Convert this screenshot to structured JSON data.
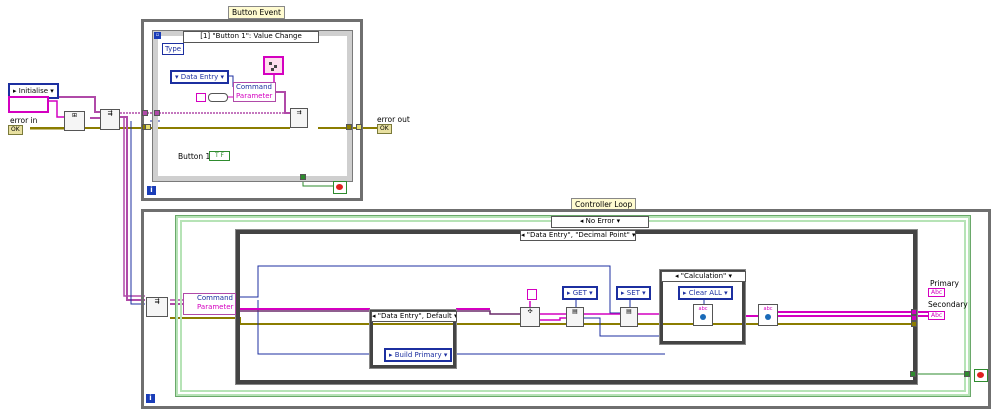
{
  "labels": {
    "button_event": "Button Event",
    "controller_loop": "Controller Loop",
    "error_in": "error in",
    "error_out": "error out",
    "button1": "Button 1",
    "primary": "Primary",
    "secondary": "Secondary"
  },
  "event_structure": {
    "case_selector": "[1] \"Button 1\": Value Change",
    "type_label": "Type",
    "enum_data_entry": "Data Entry",
    "cluster_command": "Command",
    "cluster_parameter": "Parameter",
    "bool_indicator": "T F"
  },
  "controls": {
    "initialise": "Initialise",
    "error_in_value": "OK",
    "error_out_value": "OK"
  },
  "controller": {
    "case_no_error": "No Error",
    "case_data_entry": "\"Data Entry\", \"Decimal Point\"",
    "case_default": "\"Data Entry\", Default",
    "case_calculation": "\"Calculation\"",
    "unbundle_command": "Command",
    "unbundle_parameter": "Parameter",
    "enum_get": "GET",
    "enum_set": "SET",
    "enum_clear_all": "Clear ALL",
    "enum_build_primary": "Build Primary",
    "abc": "abc",
    "primary_indicator": "Abc",
    "secondary_indicator": "Abc"
  },
  "colors": {
    "wire_error": "#8b7d00",
    "wire_string": "#d400c0",
    "wire_enum": "#1c2fa0",
    "wire_cluster": "#b04aa8",
    "loop_frame": "#6f6f6f",
    "while_green": "#b6e3b6"
  },
  "icons": [
    "info-icon",
    "stop-icon",
    "loop-iteration-icon"
  ]
}
